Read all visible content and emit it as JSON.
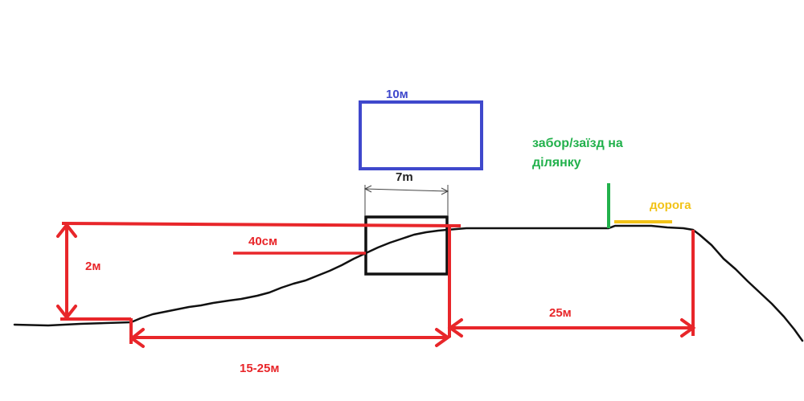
{
  "labels": {
    "house_width": "10м",
    "house_depth": "7m",
    "fence_line1": "забор/заїзд на",
    "fence_line2": "ділянку",
    "road": "дорога",
    "height": "2м",
    "step": "40см",
    "flat_section": "25м",
    "slope_length": "15-25м"
  },
  "colors": {
    "dimension": "#e8262a",
    "house_plan": "#3f48cc",
    "fence": "#22b14c",
    "road": "#f2c318",
    "terrain": "#111111"
  }
}
